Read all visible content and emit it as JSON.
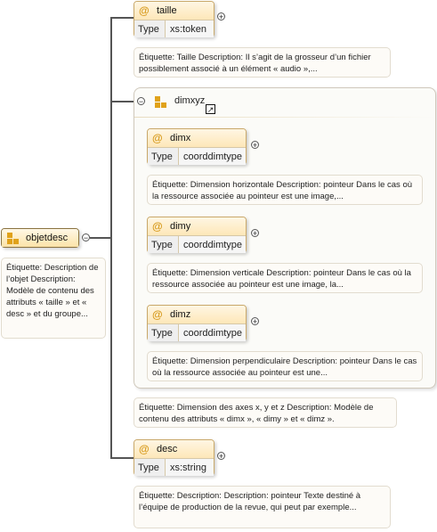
{
  "root": {
    "name": "objetdesc",
    "description": "Étiquette: Description de l’objet Description: Modèle de contenu des attributs « taille » et « desc » et du groupe..."
  },
  "taille": {
    "name": "taille",
    "type_label": "Type",
    "type_value": "xs:token",
    "description": "Étiquette: Taille Description: Il s’agit de la grosseur d’un fichier possiblement associé à un élément « audio »,..."
  },
  "group": {
    "name": "dimxyz",
    "description": "Étiquette: Dimension des axes x, y et z Description: Modèle de contenu des attributs « dimx », « dimy » et « dimz »."
  },
  "dimx": {
    "name": "dimx",
    "type_label": "Type",
    "type_value": "coorddimtype",
    "description": "Étiquette: Dimension horizontale Description: pointeur Dans le cas où la ressource associée au pointeur est une image,..."
  },
  "dimy": {
    "name": "dimy",
    "type_label": "Type",
    "type_value": "coorddimtype",
    "description": "Étiquette: Dimension verticale Description: pointeur Dans le cas où la ressource associée au pointeur est une image, la..."
  },
  "dimz": {
    "name": "dimz",
    "type_label": "Type",
    "type_value": "coorddimtype",
    "description": "Étiquette: Dimension perpendiculaire Description: pointeur Dans le cas où la ressource associée au pointeur est une..."
  },
  "desc": {
    "name": "desc",
    "type_label": "Type",
    "type_value": "xs:string",
    "description": "Étiquette: Description: Description: pointeur Texte destiné à l’équipe de production de la revue, qui peut par exemple..."
  },
  "glyphs": {
    "attr": "@",
    "plus": "+",
    "minus": "−",
    "link": "↗"
  },
  "colors": {
    "accent": "#e0a21a",
    "connector": "#555555",
    "node_border": "#c9a86a"
  }
}
